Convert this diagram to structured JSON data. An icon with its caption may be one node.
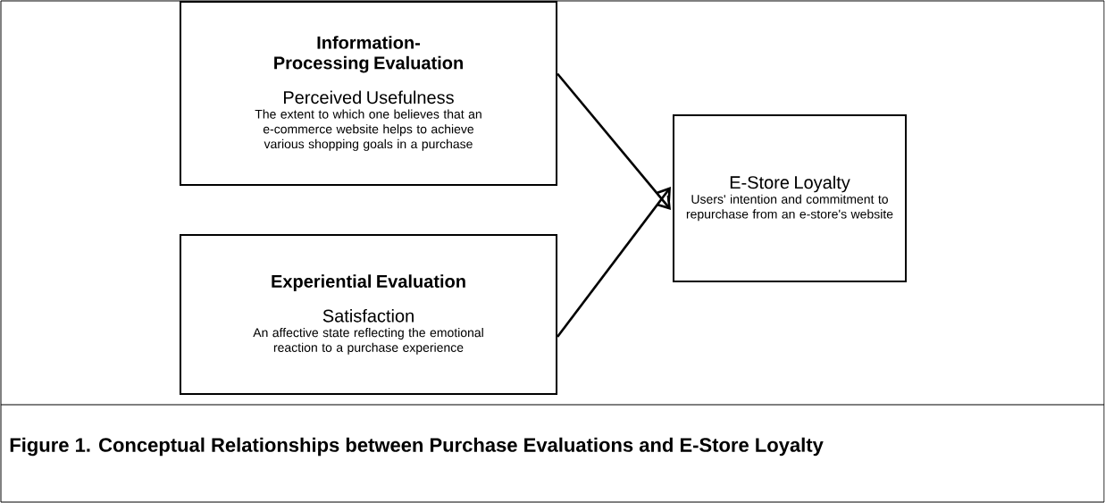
{
  "diagram": {
    "caption": "Figure 1. Conceptual Relationships between Purchase Evaluations and E-Store Loyalty",
    "nodes": [
      {
        "text": [
          "Information-Processing Evaluation",
          "Perceived Usefulness",
          "The extent to which one believes that an e-commerce website helps to achieve various shopping goals in a purchase"
        ]
      },
      {
        "text": [
          "Experiential Evaluation",
          "Satisfaction",
          "An affective state reflecting the emotional reaction to a purchase experience"
        ]
      },
      {
        "text": [
          "E-Store Loyalty",
          "Users' intention and commitment to repurchase from an e-store's website"
        ]
      }
    ],
    "edges": [
      {
        "from": 0,
        "to": 2,
        "arrow": "to"
      },
      {
        "from": 1,
        "to": 2,
        "arrow": "to"
      }
    ]
  }
}
